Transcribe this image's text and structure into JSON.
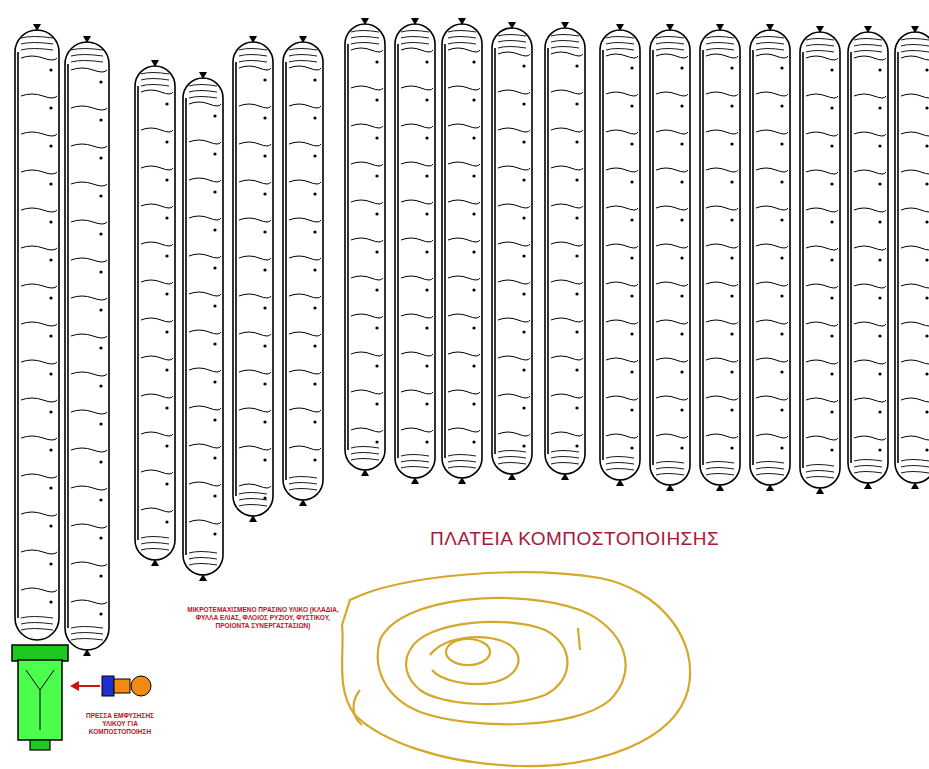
{
  "diagram": {
    "labels": [
      "ΠΛΑΤΕΙΑ ΚΟΜΠΟΣΤΟΠΟΙΗΣΗΣ",
      "ΜΙΚΡΟΤΕΜΑΧΙΣΜΕΝΟ ΠΡΑΣΙΝΟ ΥΛΙΚΟ (ΚΛΑΔΙΑ, ΦΥΛΛΑ ΕΛΙΑΣ, ΦΛΟΙΟΣ ΡΥΖΙΟΥ, ΦΥΣΤΙΚΟΥ, ΠΡΟΙΟΝΤΑ ΣΥΝΕΡΓΑΣΤΑΣΙΩΝ)",
      "ΠΡΕΣΣΑ ΕΜΦΥΣΗΣΗΣ ΥΛΙΚΟΥ ΓΙΑ ΚΟΜΠΟΣΤΟΠΟΙΗΣΗ"
    ]
  }
}
